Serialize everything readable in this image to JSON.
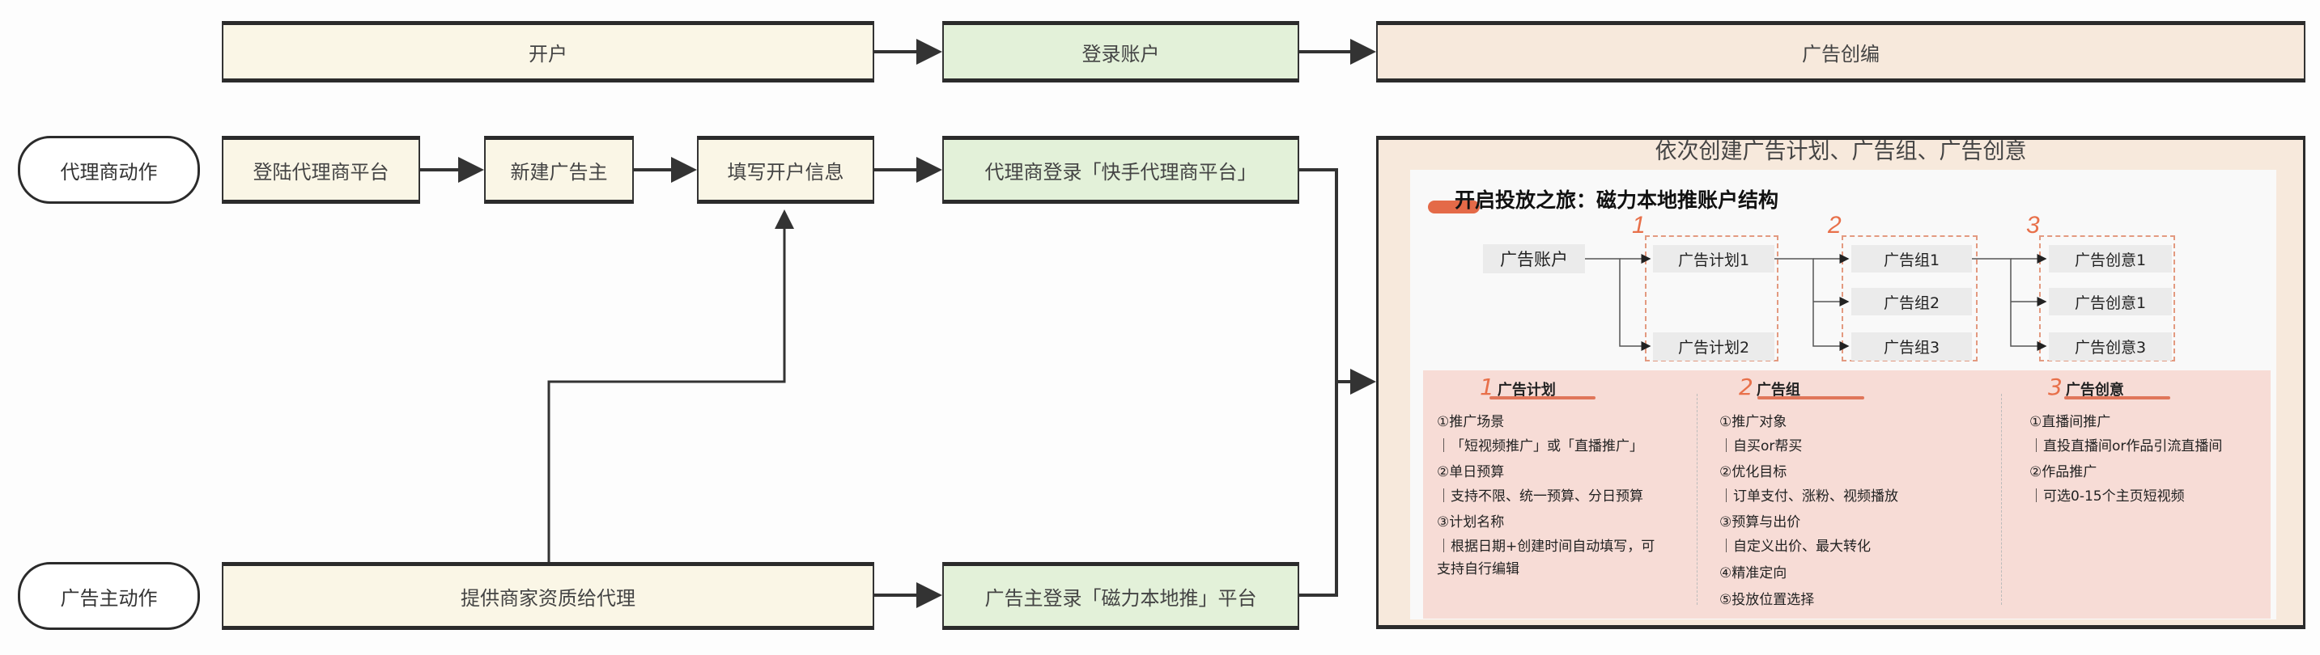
{
  "phases": {
    "open_account": "开户",
    "login_account": "登录账户",
    "ad_creation": "广告创编"
  },
  "lanes": {
    "agent": "代理商动作",
    "advertiser": "广告主动作"
  },
  "agent_steps": [
    "登陆代理商平台",
    "新建广告主",
    "填写开户信息",
    "代理商登录「快手代理商平台」"
  ],
  "advertiser_steps": [
    "提供商家资质给代理",
    "广告主登录「磁力本地推」平台"
  ],
  "creation_panel": {
    "title": "依次创建广告计划、广告组、广告创意",
    "structure_title": "开启投放之旅：磁力本地推账户结构",
    "account": "广告账户",
    "level_numbers": [
      "1",
      "2",
      "3"
    ],
    "plans": [
      "广告计划1",
      "广告计划2"
    ],
    "groups": [
      "广告组1",
      "广告组2",
      "广告组3"
    ],
    "creatives": [
      "广告创意1",
      "广告创意1",
      "广告创意3"
    ],
    "columns": [
      {
        "number": "1",
        "title": "广告计划",
        "lines": [
          "①推广场景",
          "｜「短视频推广」或「直播推广」",
          "②单日预算",
          "｜支持不限、统一预算、分日预算",
          "③计划名称",
          "｜根据日期+创建时间自动填写，可",
          "支持自行编辑"
        ]
      },
      {
        "number": "2",
        "title": "广告组",
        "lines": [
          "①推广对象",
          "｜自买or帮买",
          "②优化目标",
          "｜订单支付、涨粉、视频播放",
          "③预算与出价",
          "｜自定义出价、最大转化",
          "④精准定向",
          "⑤投放位置选择"
        ]
      },
      {
        "number": "3",
        "title": "广告创意",
        "lines": [
          "①直播间推广",
          "｜直投直播间or作品引流直播间",
          "②作品推广",
          "｜可选0-15个主页短视频"
        ]
      }
    ]
  },
  "colors": {
    "yellow": "#faf6e6",
    "green": "#e3f1d9",
    "peach": "#f7e9dc",
    "accent": "#e8704a",
    "pink": "#f7dcd6"
  }
}
